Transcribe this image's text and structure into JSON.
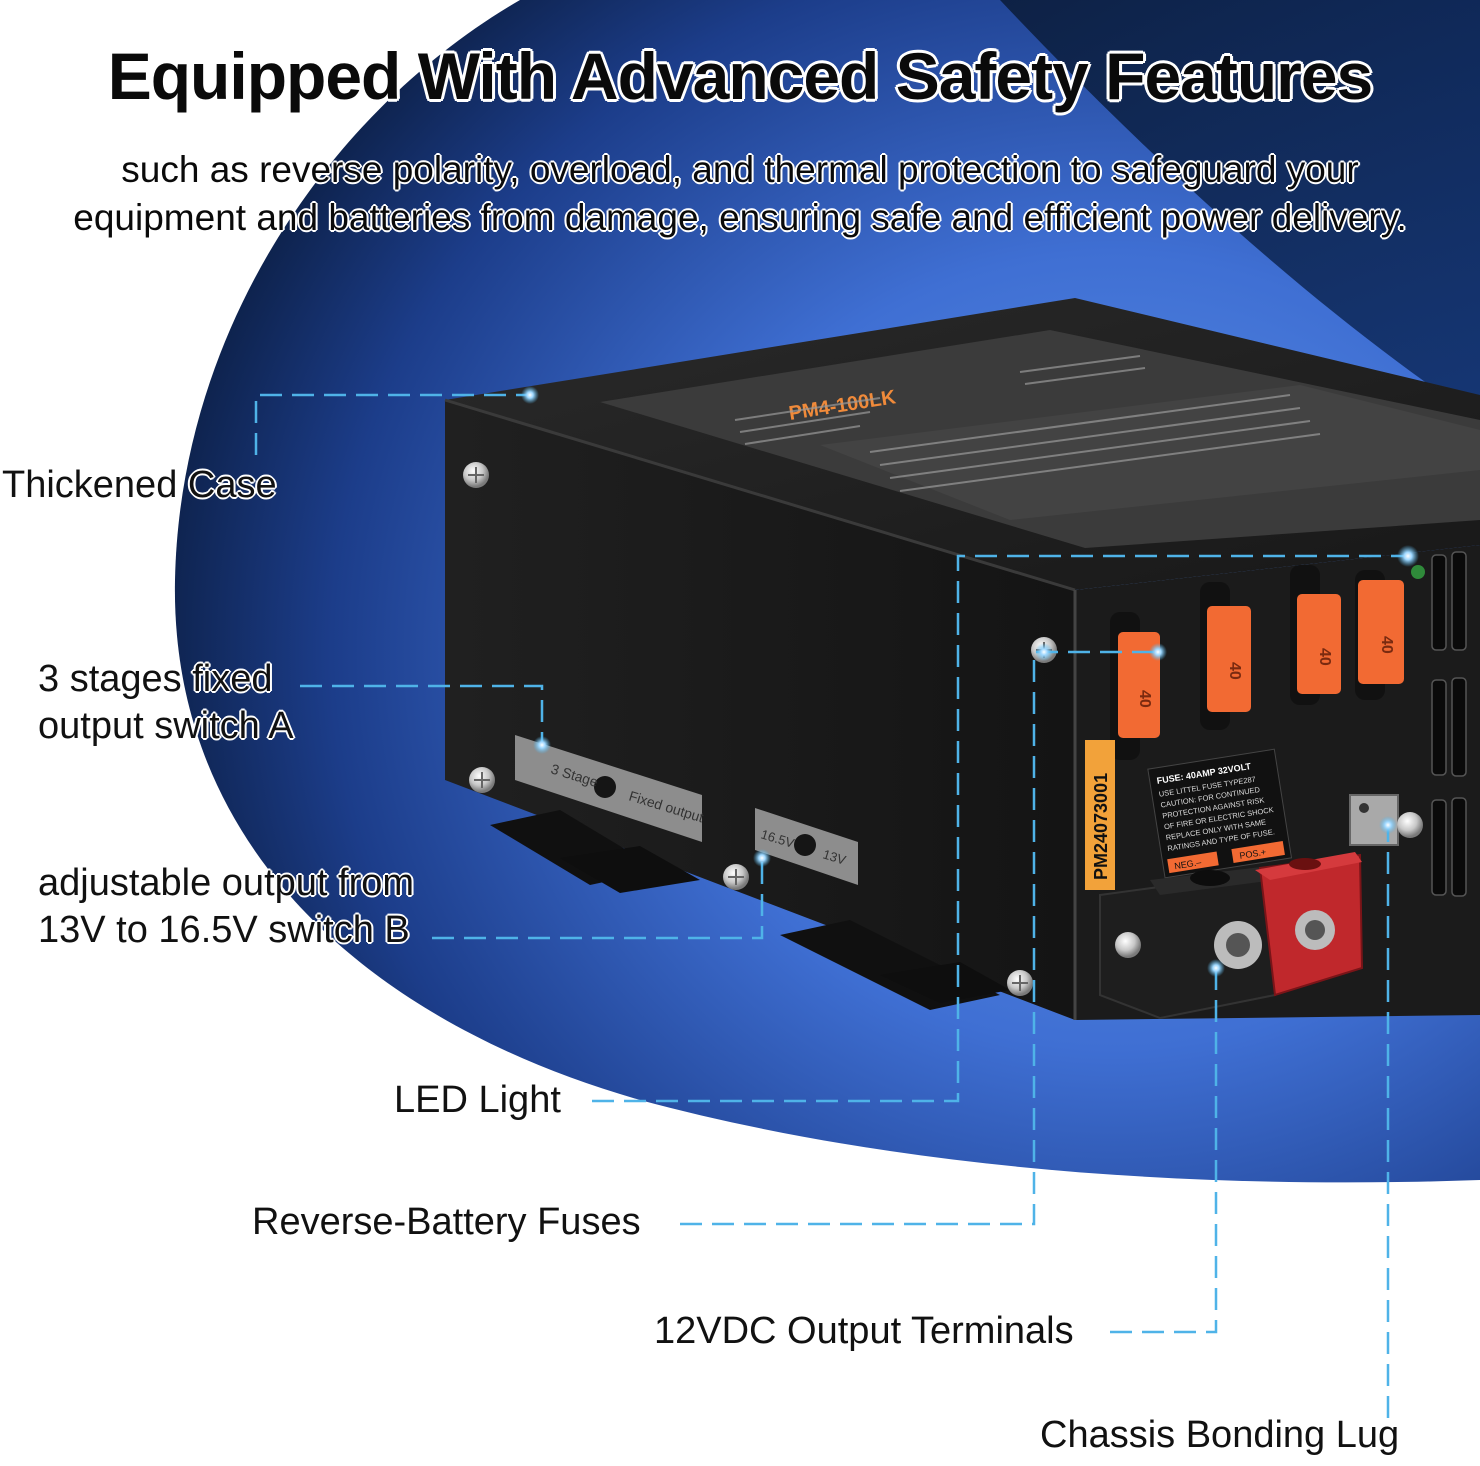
{
  "headline": {
    "title": "Equipped With Advanced Safety Features",
    "subtitle_line1": "such as reverse polarity, overload, and thermal protection to safeguard your",
    "subtitle_line2": "equipment and batteries from damage, ensuring safe and efficient power delivery."
  },
  "product": {
    "label_model": "PM4-100LK",
    "serial": "PM24073001",
    "switch_a_left": "3 Stage",
    "switch_a_right": "Fixed output",
    "switch_b_left": "16.5V",
    "switch_b_right": "13V",
    "fuse_value": "40",
    "fuse_label_title": "FUSE: 40AMP 32VOLT",
    "fuse_label_line1": "USE LITTEL FUSE TYPE287",
    "fuse_label_line2": "CAUTION: FOR CONTINUED",
    "fuse_label_line3": "PROTECTION AGAINST RISK",
    "fuse_label_line4": "OF FIRE OR ELECTRIC SHOCK",
    "fuse_label_line5": "REPLACE ONLY WITH SAME",
    "fuse_label_line6": "RATINGS AND TYPE OF FUSE.",
    "neg_terminal": "NEG.–",
    "pos_terminal": "POS.+"
  },
  "callouts": {
    "thickened_case": "Thickened Case",
    "switch_a_line1": "3 stages fixed",
    "switch_a_line2": "output switch A",
    "switch_b_line1": "adjustable output from",
    "switch_b_line2": "13V to 16.5V switch B",
    "led_light": "LED Light",
    "fuses": "Reverse-Battery Fuses",
    "terminals": "12VDC Output Terminals",
    "bonding_lug": "Chassis Bonding Lug"
  },
  "colors": {
    "bg_dark": "#0b1d3c",
    "bg_blue": "#4478d8",
    "case_black": "#1a1a1a",
    "fuse_orange": "#f26a33",
    "terminal_red": "#c0282c",
    "callout_line": "#4fb3e8"
  }
}
